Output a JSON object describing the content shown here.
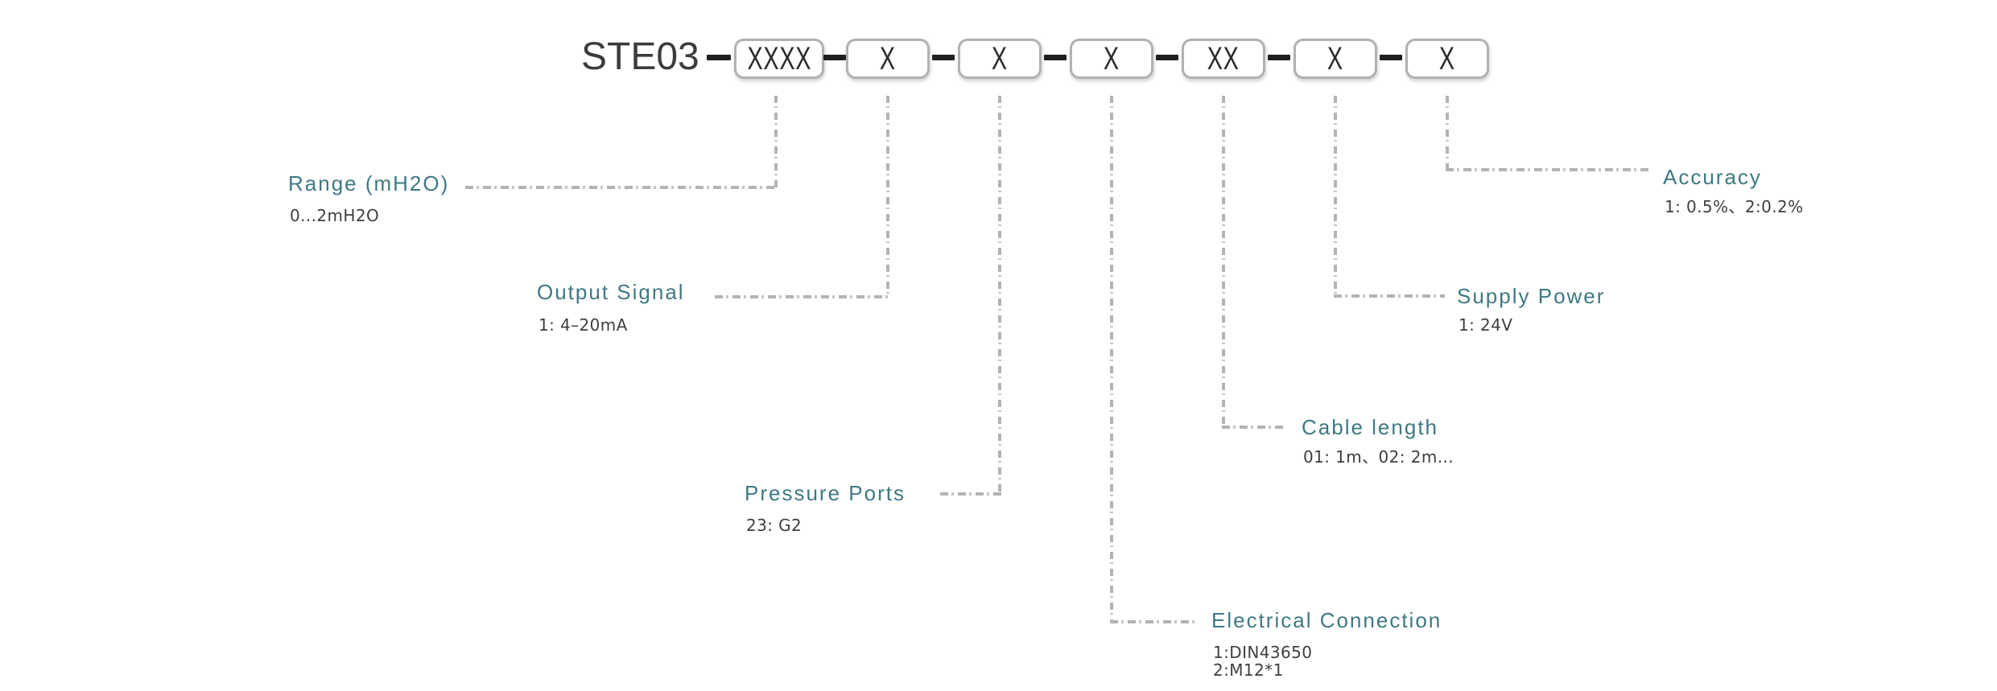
{
  "title_row": {
    "model": "STE03"
  },
  "code_boxes": [
    {
      "code": "XXXX"
    },
    {
      "code": "X"
    },
    {
      "code": "X"
    },
    {
      "code": "X"
    },
    {
      "code": "XX"
    },
    {
      "code": "X"
    },
    {
      "code": "X"
    }
  ],
  "fields": [
    {
      "name": "Range (mH2O)",
      "values": [
        "0...2mH2O"
      ]
    },
    {
      "name": "Output Signal",
      "values": [
        "1: 4–20mA"
      ]
    },
    {
      "name": "Pressure Ports",
      "values": [
        "23: G2"
      ]
    },
    {
      "name": "Electrical Connection",
      "values": [
        "1:DIN43650",
        "2:M12*1"
      ]
    },
    {
      "name": "Cable length",
      "values": [
        "01: 1m、02: 2m..."
      ]
    },
    {
      "name": "Supply Power",
      "values": [
        "1: 24V"
      ]
    },
    {
      "name": "Accuracy",
      "values": [
        "1: 0.5%、2:0.2%"
      ]
    }
  ],
  "colors": {
    "heading": "#3e7983",
    "value_text": "#3f3e3e",
    "model_text": "#3c3c3c",
    "box_border": "#b2b0b0",
    "box_text": "#2c2c2c",
    "connector_line": "#b4b3b1",
    "separator_dash": "#1f1f1f",
    "background": "#ffffff"
  }
}
